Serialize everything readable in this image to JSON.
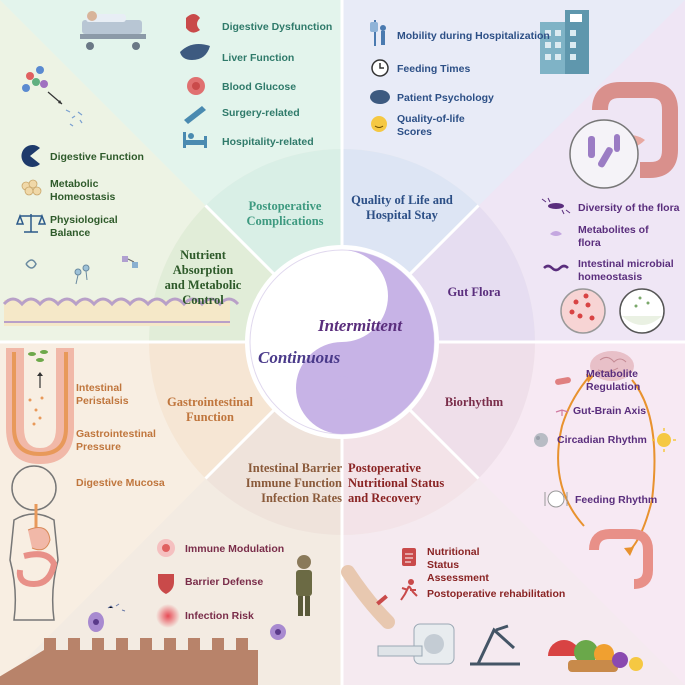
{
  "center": {
    "continuous": "Continuous",
    "intermittent": "Intermittent"
  },
  "segments": {
    "postoperative_complications": "Postoperative Complications",
    "quality_of_life": "Quality of Life and Hospital Stay",
    "gut_flora": "Gut Flora",
    "biorhythm": "Biorhythm",
    "postoperative_nutritional": "Postoperative Nutritional Status and Recovery",
    "intestinal_barrier": "Intestinal Barrier Immune Function Infection Rates",
    "gastrointestinal_function": "Gastrointestinal Function",
    "nutrient_absorption": "Nutrient Absorption and Metabolic Control"
  },
  "panels": {
    "top_left": {
      "items": [
        "Digestive Dysfunction",
        "Liver Function",
        "Blood Glucose",
        "Surgery-related",
        "Hospitality-related"
      ]
    },
    "top_right": {
      "items": [
        "Mobility during Hospitalization",
        "Feeding Times",
        "Patient Psychology",
        "Quality-of-life Scores"
      ]
    },
    "left_upper": {
      "items": [
        "Digestive Function",
        "Metabolic Homeostasis",
        "Physiological Balance"
      ]
    },
    "right_upper": {
      "items": [
        "Diversity of the  flora",
        "Metabolites of flora",
        "Intestinal microbial homeostasis"
      ]
    },
    "left_lower": {
      "items": [
        "Intestinal Peristalsis",
        "Gastrointestinal Pressure",
        "Digestive Mucosa"
      ]
    },
    "right_lower": {
      "items": [
        "Metabolite Regulation",
        "Gut-Brain Axis",
        "Circadian Rhythm",
        "Feeding Rhythm"
      ]
    },
    "bottom_left": {
      "items": [
        "Immune Modulation",
        "Barrier Defense",
        "Infection Risk"
      ]
    },
    "bottom_right": {
      "items": [
        "Nutritional Status Assessment",
        "Postoperative rehabilitation"
      ]
    }
  },
  "colors": {
    "teal_bg": "#e3f3ee",
    "blue_bg": "#e4ecf7",
    "purple_bg": "#ece4f4",
    "green_bg": "#eaf1e3",
    "orange_bg": "#f7eadb",
    "pink_bg": "#f5e6ef",
    "yin": "#c7b3e6",
    "yang": "#ffffff"
  }
}
